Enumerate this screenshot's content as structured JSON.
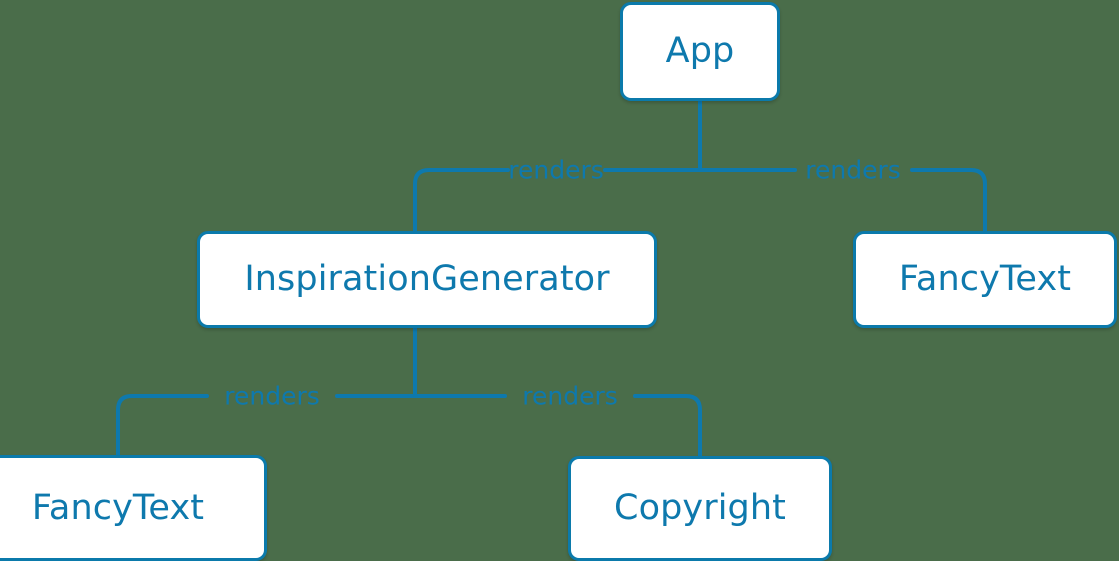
{
  "diagram": {
    "title": "React component render tree",
    "type": "tree",
    "background_color": "#4a6d4a",
    "node_fill_color": "#ffffff",
    "node_border_color": "#0b7aab",
    "text_color": "#0e79ad",
    "edge_color": "#0e79ad",
    "nodes": [
      {
        "id": "app",
        "label": "App"
      },
      {
        "id": "inspgen",
        "label": "InspirationGenerator"
      },
      {
        "id": "fancy_right",
        "label": "FancyText"
      },
      {
        "id": "fancy_left",
        "label": "FancyText"
      },
      {
        "id": "copyright",
        "label": "Copyright"
      }
    ],
    "edges": [
      {
        "from": "app",
        "to": "inspgen",
        "label": "renders"
      },
      {
        "from": "app",
        "to": "fancy_right",
        "label": "renders"
      },
      {
        "from": "inspgen",
        "to": "fancy_left",
        "label": "renders"
      },
      {
        "from": "inspgen",
        "to": "copyright",
        "label": "renders"
      }
    ]
  }
}
